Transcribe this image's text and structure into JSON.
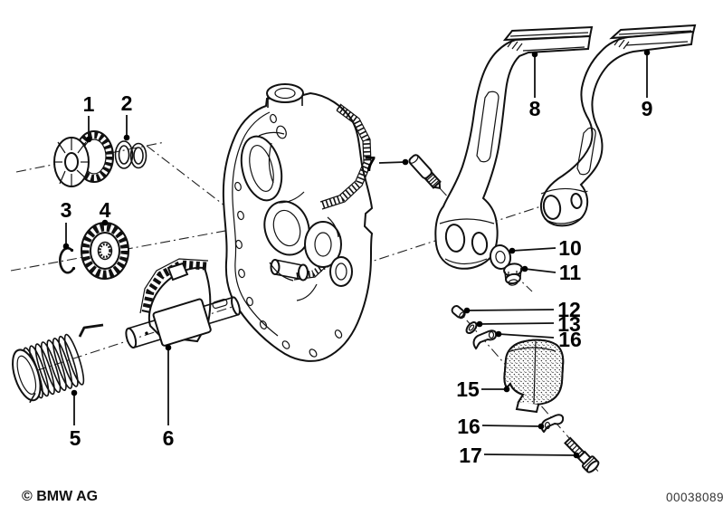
{
  "diagram": {
    "type": "exploded-parts-diagram",
    "subject": "kickstarter / gear assembly on engine case",
    "callouts": {
      "c1": {
        "label": "1"
      },
      "c2": {
        "label": "2"
      },
      "c3": {
        "label": "3"
      },
      "c4": {
        "label": "4"
      },
      "c5": {
        "label": "5"
      },
      "c6": {
        "label": "6"
      },
      "c7": {
        "label": "7"
      },
      "c8": {
        "label": "8"
      },
      "c9": {
        "label": "9"
      },
      "c10": {
        "label": "10"
      },
      "c11": {
        "label": "11"
      },
      "c12": {
        "label": "12"
      },
      "c13": {
        "label": "13"
      },
      "c15": {
        "label": "15"
      },
      "c16a": {
        "label": "16"
      },
      "c16b": {
        "label": "16"
      },
      "c17": {
        "label": "17"
      }
    },
    "footer": {
      "copyright": "© BMW AG",
      "image_number": "00038089"
    },
    "colors": {
      "background": "#ffffff",
      "line": "#111111",
      "label": "#000000"
    }
  }
}
